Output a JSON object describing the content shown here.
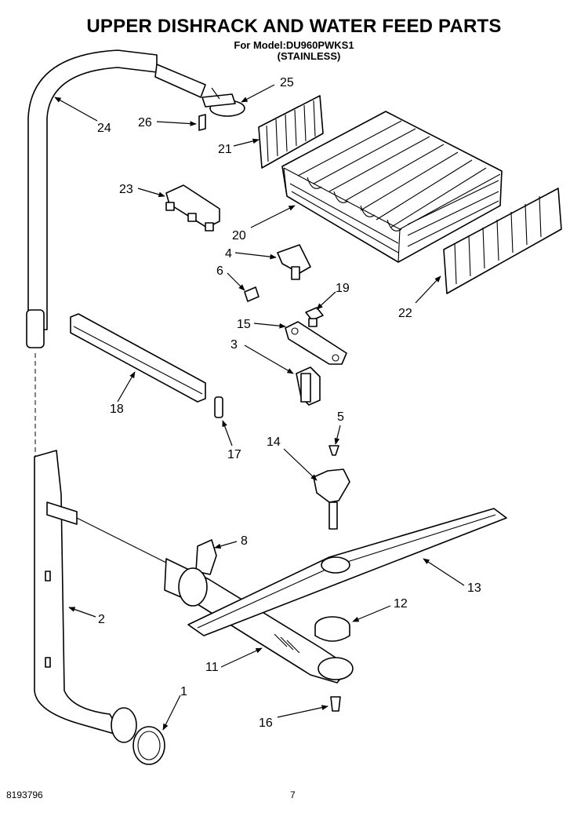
{
  "header": {
    "title": "UPPER DISHRACK AND WATER FEED PARTS",
    "model": "For Model:DU960PWKS1",
    "variant": "(STAINLESS)"
  },
  "callouts": [
    "25",
    "26",
    "24",
    "21",
    "23",
    "20",
    "4",
    "6",
    "19",
    "15",
    "3",
    "22",
    "18",
    "17",
    "5",
    "14",
    "8",
    "2",
    "13",
    "12",
    "11",
    "1",
    "16"
  ],
  "footer": {
    "doc_number": "8193796",
    "page": "7"
  }
}
